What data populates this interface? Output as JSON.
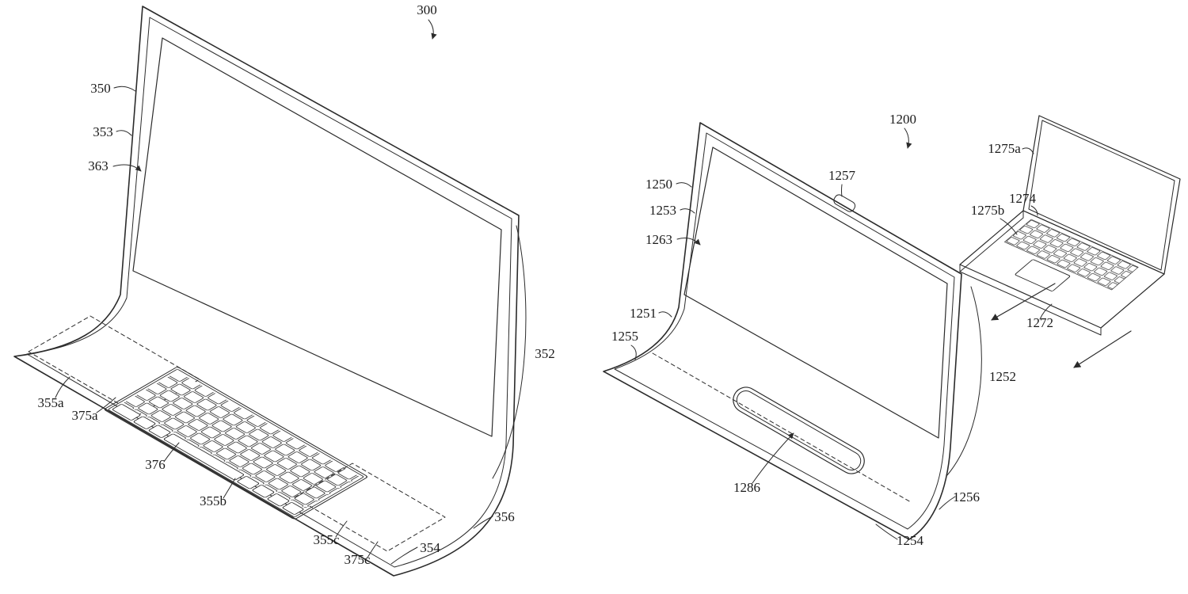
{
  "drawing": {
    "background_color": "#ffffff",
    "line_color": "#2b2b2b"
  },
  "figure_left": {
    "figure_number": "300",
    "labels": {
      "l350": "350",
      "l353": "353",
      "l363": "363",
      "l355a": "355a",
      "l375a": "375a",
      "l376": "376",
      "l355b": "355b",
      "l355c": "355c",
      "l375c": "375c",
      "l354": "354",
      "l356": "356",
      "l352": "352"
    }
  },
  "figure_right": {
    "figure_number": "1200",
    "labels": {
      "l1250": "1250",
      "l1253": "1253",
      "l1263": "1263",
      "l1251": "1251",
      "l1255": "1255",
      "l1257": "1257",
      "l1286": "1286",
      "l1254": "1254",
      "l1256": "1256",
      "l1252": "1252",
      "l1272": "1272",
      "l1274": "1274",
      "l1275a": "1275a",
      "l1275b": "1275b"
    }
  }
}
